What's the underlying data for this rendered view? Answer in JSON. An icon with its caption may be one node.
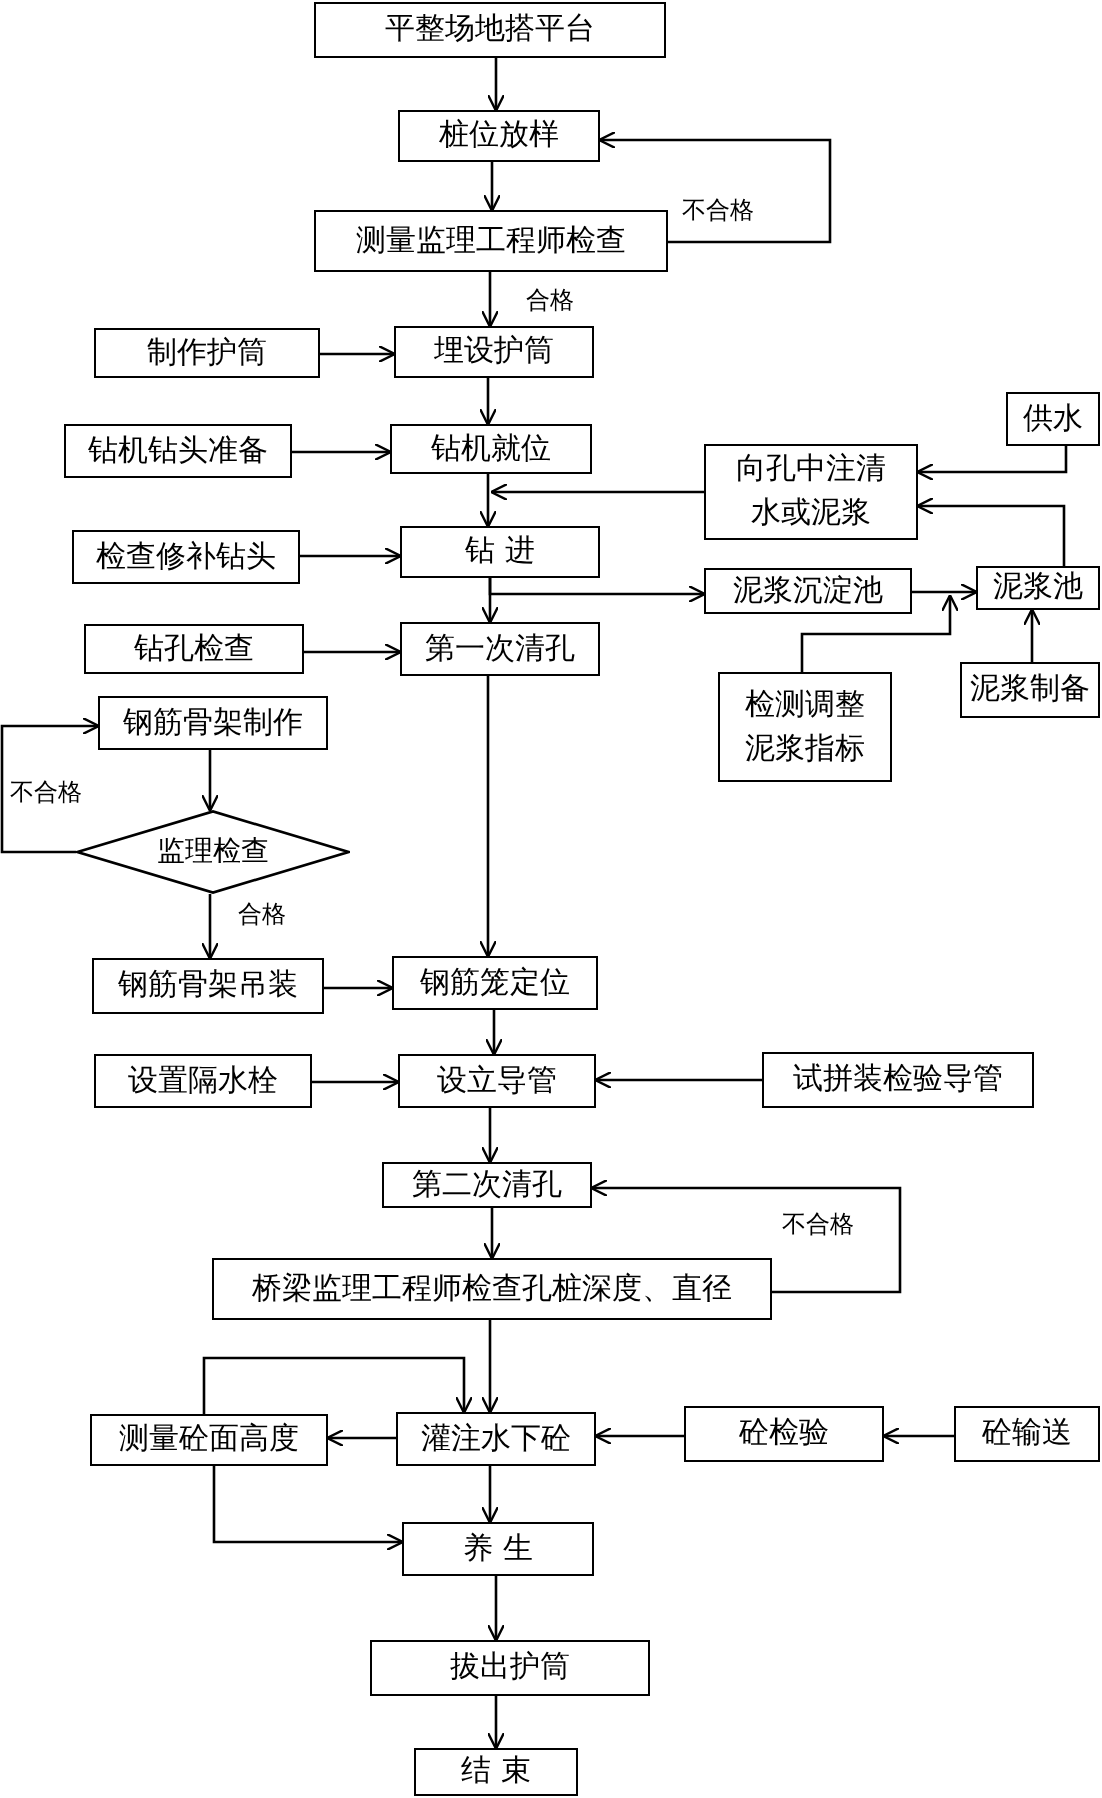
{
  "diagram": {
    "nodes": [
      {
        "text": [
          "平整场地搭平台"
        ]
      },
      {
        "text": [
          "桩位放样"
        ]
      },
      {
        "text": [
          "测量监理工程师检查"
        ]
      },
      {
        "text": [
          "制作护筒"
        ]
      },
      {
        "text": [
          "埋设护筒"
        ]
      },
      {
        "text": [
          "钻机钻头准备"
        ]
      },
      {
        "text": [
          "钻机就位"
        ]
      },
      {
        "text": [
          "供水"
        ]
      },
      {
        "text": [
          "向孔中注清水或泥浆"
        ]
      },
      {
        "text": [
          "检查修补钻头"
        ]
      },
      {
        "text": [
          "钻 进"
        ]
      },
      {
        "text": [
          "泥浆沉淀池"
        ]
      },
      {
        "text": [
          "泥浆池"
        ]
      },
      {
        "text": [
          "钻孔检查"
        ]
      },
      {
        "text": [
          "第一次清孔"
        ]
      },
      {
        "text": [
          "检测调整泥浆指标"
        ]
      },
      {
        "text": [
          "泥浆制备"
        ]
      },
      {
        "text": [
          "钢筋骨架制作"
        ]
      },
      {
        "text": [
          "监理检查"
        ]
      },
      {
        "text": [
          "钢筋骨架吊装"
        ]
      },
      {
        "text": [
          "钢筋笼定位"
        ]
      },
      {
        "text": [
          "设置隔水栓"
        ]
      },
      {
        "text": [
          "设立导管"
        ]
      },
      {
        "text": [
          "试拼装检验导管"
        ]
      },
      {
        "text": [
          "第二次清孔"
        ]
      },
      {
        "text": [
          "桥梁监理工程师检查孔桩深度、直径"
        ]
      },
      {
        "text": [
          "测量砼面高度"
        ]
      },
      {
        "text": [
          "灌注水下砼"
        ]
      },
      {
        "text": [
          "砼检验"
        ]
      },
      {
        "text": [
          "砼输送"
        ]
      },
      {
        "text": [
          "养 生"
        ]
      },
      {
        "text": [
          "拔出护筒"
        ]
      },
      {
        "text": [
          "结 束"
        ]
      }
    ],
    "edges": [
      {
        "from": 0,
        "to": 1,
        "arrow": "to"
      },
      {
        "from": 1,
        "to": 2,
        "arrow": "to"
      },
      {
        "from": 2,
        "to": 1,
        "arrow": "to",
        "label": "不合格"
      },
      {
        "from": 2,
        "to": 4,
        "arrow": "to",
        "label": "合格"
      },
      {
        "from": 3,
        "to": 4,
        "arrow": "to"
      },
      {
        "from": 4,
        "to": 6,
        "arrow": "to"
      },
      {
        "from": 5,
        "to": 6,
        "arrow": "to"
      },
      {
        "from": 6,
        "to": 10,
        "arrow": "to"
      },
      {
        "from": 8,
        "to": 10,
        "arrow": "to"
      },
      {
        "from": 7,
        "to": 8,
        "arrow": "to"
      },
      {
        "from": 12,
        "to": 8,
        "arrow": "to"
      },
      {
        "from": 9,
        "to": 10,
        "arrow": "to"
      },
      {
        "from": 10,
        "to": 11,
        "arrow": "to"
      },
      {
        "from": 11,
        "to": 12,
        "arrow": "to"
      },
      {
        "from": 15,
        "to": 12,
        "arrow": "to"
      },
      {
        "from": 16,
        "to": 12,
        "arrow": "to"
      },
      {
        "from": 13,
        "to": 14,
        "arrow": "to"
      },
      {
        "from": 10,
        "to": 14,
        "arrow": "to"
      },
      {
        "from": 14,
        "to": 20,
        "arrow": "to"
      },
      {
        "from": 17,
        "to": 18,
        "arrow": "to"
      },
      {
        "from": 18,
        "to": 17,
        "arrow": "to",
        "label": "不合格"
      },
      {
        "from": 18,
        "to": 19,
        "arrow": "to",
        "label": "合格"
      },
      {
        "from": 19,
        "to": 20,
        "arrow": "to"
      },
      {
        "from": 20,
        "to": 22,
        "arrow": "to"
      },
      {
        "from": 21,
        "to": 22,
        "arrow": "to"
      },
      {
        "from": 23,
        "to": 22,
        "arrow": "to"
      },
      {
        "from": 22,
        "to": 24,
        "arrow": "to"
      },
      {
        "from": 24,
        "to": 25,
        "arrow": "to"
      },
      {
        "from": 25,
        "to": 24,
        "arrow": "to",
        "label": "不合格"
      },
      {
        "from": 25,
        "to": 27,
        "arrow": "to"
      },
      {
        "from": 26,
        "to": 27,
        "arrow": "to"
      },
      {
        "from": 27,
        "to": 26,
        "arrow": "to"
      },
      {
        "from": 28,
        "to": 27,
        "arrow": "to"
      },
      {
        "from": 29,
        "to": 28,
        "arrow": "to"
      },
      {
        "from": 27,
        "to": 30,
        "arrow": "to"
      },
      {
        "from": 26,
        "to": 30,
        "arrow": "to"
      },
      {
        "from": 30,
        "to": 31,
        "arrow": "to"
      },
      {
        "from": 31,
        "to": 32,
        "arrow": "to"
      }
    ]
  }
}
